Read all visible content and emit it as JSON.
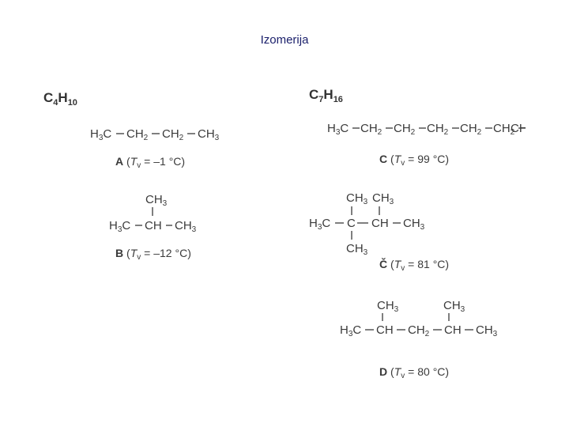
{
  "title": "Izomerija",
  "left_formula": {
    "base": "C",
    "n1": "4",
    "h": "H",
    "n2": "10"
  },
  "right_formula": {
    "base": "C",
    "n1": "7",
    "h": "H",
    "n2": "16"
  },
  "molecules": [
    {
      "letter": "A",
      "tv_value": "–1",
      "unit": "°C"
    },
    {
      "letter": "B",
      "tv_value": "–12",
      "unit": "°C"
    },
    {
      "letter": "C",
      "tv_value": "99",
      "unit": "°C"
    },
    {
      "letter": "Č",
      "tv_value": "81",
      "unit": "°C"
    },
    {
      "letter": "D",
      "tv_value": "80",
      "unit": "°C"
    }
  ],
  "tv_symbol": {
    "t": "T",
    "sub": "v"
  }
}
